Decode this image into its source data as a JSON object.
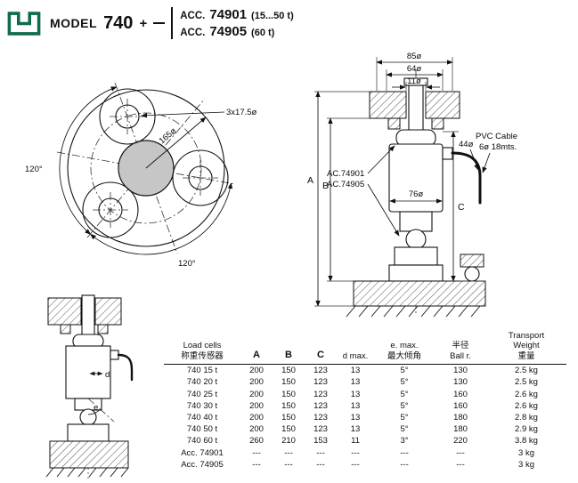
{
  "header": {
    "model_label": "MODEL",
    "model_number": "740",
    "plus_sign": "+",
    "accessories": [
      {
        "prefix": "ACC.",
        "number": "74901",
        "suffix": "(15...50 t)"
      },
      {
        "prefix": "ACC.",
        "number": "74905",
        "suffix": "(60 t)"
      }
    ]
  },
  "top_view": {
    "holes_label": "3x17.5ø",
    "bolt_circle_label": "165ø",
    "angle_left": "120°",
    "angle_bottom": "120°"
  },
  "section_view": {
    "dim_top_outer": "85ø",
    "dim_top_mid": "64ø",
    "dim_hole": "11ø",
    "dim_cable": "44ø",
    "dim_body": "76ø",
    "dim_height_a": "A",
    "dim_height_b": "B",
    "dim_height_c": "C",
    "acc_label_1": "AC.74901",
    "acc_label_2": "AC.74905",
    "cable_label_1": "PVC Cable",
    "cable_label_2": "6ø 18mts."
  },
  "detail_view": {
    "dim_d": "d",
    "dim_e": "e"
  },
  "table": {
    "header": {
      "load_cells_line1": "Load cells",
      "load_cells_line2": "称重传感器",
      "a": "A",
      "b": "B",
      "c": "C",
      "d_max": "d max.",
      "e_max_line1": "e. max.",
      "e_max_line2": "最大倾角",
      "ball_line1": "半径",
      "ball_line2": "Ball r.",
      "weight_line1": "Transport",
      "weight_line2": "Weight",
      "weight_line3": "重量"
    },
    "rows": [
      {
        "name": "740 15 t",
        "a": "200",
        "b": "150",
        "c": "123",
        "d": "13",
        "e": "5°",
        "ball": "130",
        "weight": "2.5 kg"
      },
      {
        "name": "740 20 t",
        "a": "200",
        "b": "150",
        "c": "123",
        "d": "13",
        "e": "5°",
        "ball": "130",
        "weight": "2.5 kg"
      },
      {
        "name": "740 25 t",
        "a": "200",
        "b": "150",
        "c": "123",
        "d": "13",
        "e": "5°",
        "ball": "160",
        "weight": "2.6 kg"
      },
      {
        "name": "740 30 t",
        "a": "200",
        "b": "150",
        "c": "123",
        "d": "13",
        "e": "5°",
        "ball": "160",
        "weight": "2.6 kg"
      },
      {
        "name": "740 40 t",
        "a": "200",
        "b": "150",
        "c": "123",
        "d": "13",
        "e": "5°",
        "ball": "180",
        "weight": "2.8 kg"
      },
      {
        "name": "740 50 t",
        "a": "200",
        "b": "150",
        "c": "123",
        "d": "13",
        "e": "5°",
        "ball": "180",
        "weight": "2.9 kg"
      },
      {
        "name": "740 60 t",
        "a": "260",
        "b": "210",
        "c": "153",
        "d": "11",
        "e": "3°",
        "ball": "220",
        "weight": "3.8 kg"
      },
      {
        "name": "Acc. 74901",
        "a": "---",
        "b": "---",
        "c": "---",
        "d": "---",
        "e": "---",
        "ball": "---",
        "weight": "3 kg"
      },
      {
        "name": "Acc. 74905",
        "a": "---",
        "b": "---",
        "c": "---",
        "d": "---",
        "e": "---",
        "ball": "---",
        "weight": "3 kg"
      }
    ]
  },
  "colors": {
    "logo_green": "#0f6b4a",
    "line": "#111111",
    "fill_gray": "#c6c6c6"
  }
}
